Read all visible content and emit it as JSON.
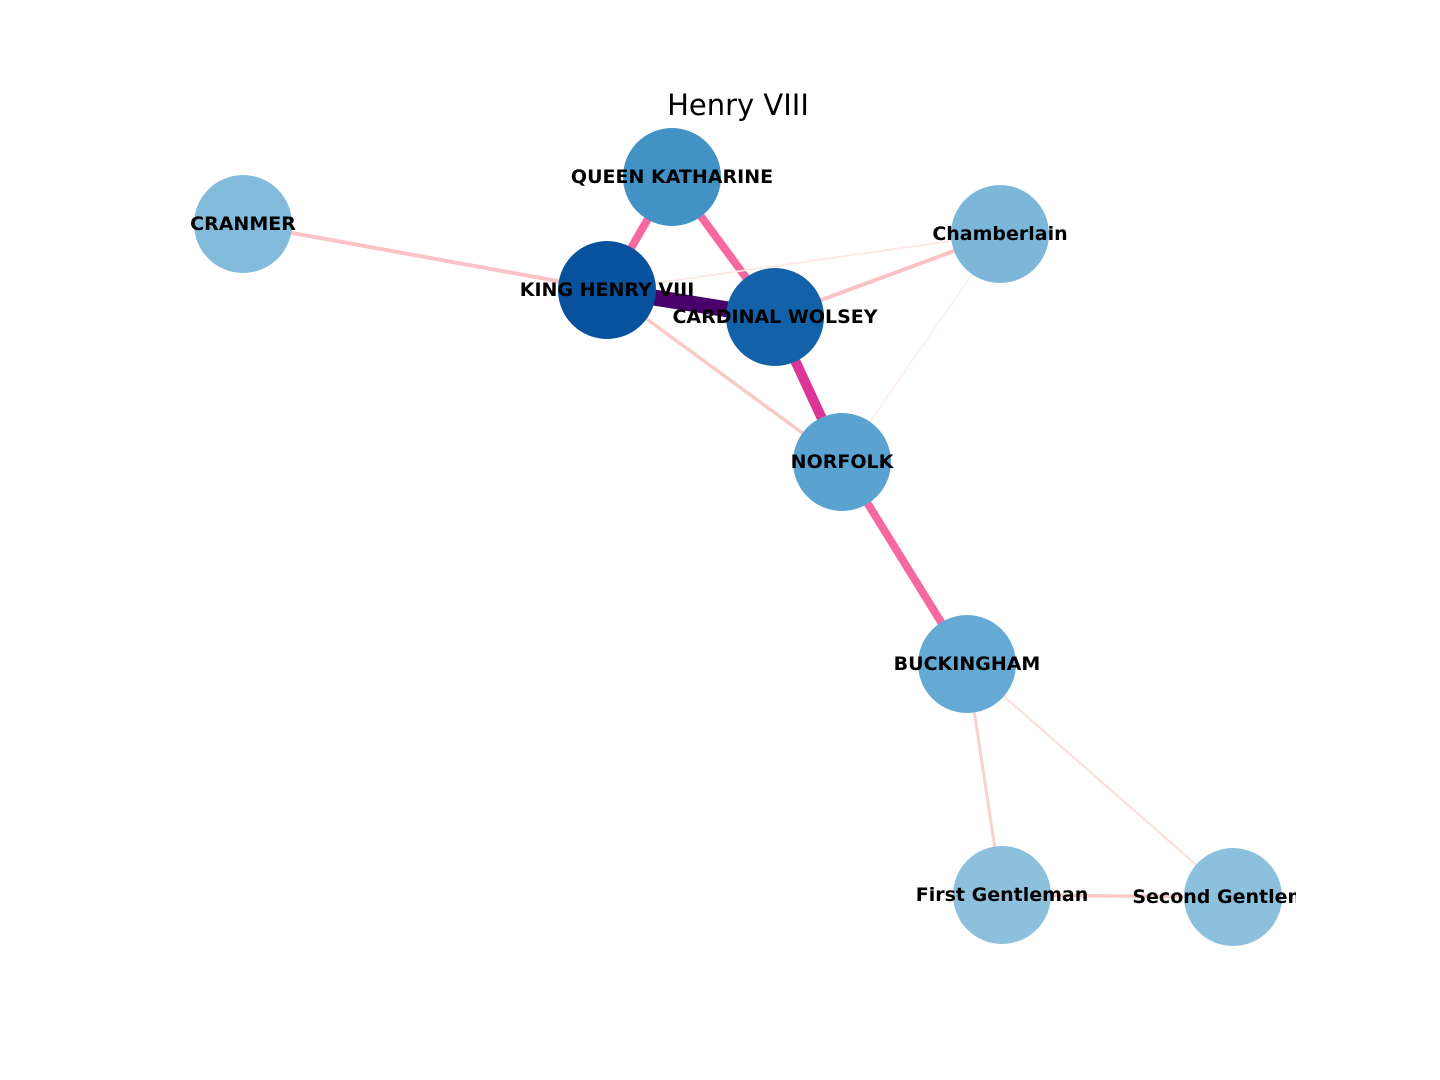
{
  "title": "Henry VIII",
  "nodes": [
    {
      "id": "queen_katharine",
      "label": "QUEEN KATHARINE",
      "color": "#4392c6"
    },
    {
      "id": "cranmer",
      "label": "CRANMER",
      "color": "#82bbdb"
    },
    {
      "id": "chamberlain",
      "label": "Chamberlain",
      "color": "#7cb7da"
    },
    {
      "id": "king_henry",
      "label": "KING HENRY VIII",
      "color": "#08519c"
    },
    {
      "id": "wolsey",
      "label": "CARDINAL WOLSEY",
      "color": "#1361a9"
    },
    {
      "id": "norfolk",
      "label": "NORFOLK",
      "color": "#5aa2cf"
    },
    {
      "id": "buckingham",
      "label": "BUCKINGHAM",
      "color": "#65aad4"
    },
    {
      "id": "first_gentleman",
      "label": "First Gentleman",
      "color": "#8cc0dd"
    },
    {
      "id": "second_gentleman",
      "label": "Second Gentleman",
      "color": "#8cc0dd"
    }
  ],
  "edges": [
    {
      "source": "king_henry",
      "target": "wolsey",
      "color": "#49006a",
      "weight": 16
    },
    {
      "source": "wolsey",
      "target": "norfolk",
      "color": "#dd3497",
      "weight": 10
    },
    {
      "source": "queen_katharine",
      "target": "wolsey",
      "color": "#f768a1",
      "weight": 8
    },
    {
      "source": "queen_katharine",
      "target": "king_henry",
      "color": "#f768a1",
      "weight": 8
    },
    {
      "source": "norfolk",
      "target": "buckingham",
      "color": "#f768a1",
      "weight": 8
    },
    {
      "source": "cranmer",
      "target": "king_henry",
      "color": "#fbc3c5",
      "weight": 4
    },
    {
      "source": "wolsey",
      "target": "chamberlain",
      "color": "#fbc3c5",
      "weight": 4
    },
    {
      "source": "king_henry",
      "target": "norfolk",
      "color": "#fac9c5",
      "weight": 3.5
    },
    {
      "source": "buckingham",
      "target": "first_gentleman",
      "color": "#fad1cd",
      "weight": 3
    },
    {
      "source": "first_gentleman",
      "target": "second_gentleman",
      "color": "#fbc8c8",
      "weight": 3.5
    },
    {
      "source": "buckingham",
      "target": "second_gentleman",
      "color": "#fce0dd",
      "weight": 2.2
    },
    {
      "source": "king_henry",
      "target": "chamberlain",
      "color": "#fde7e3",
      "weight": 1.8
    },
    {
      "source": "chamberlain",
      "target": "norfolk",
      "color": "#fdeae6",
      "weight": 1.2
    }
  ]
}
